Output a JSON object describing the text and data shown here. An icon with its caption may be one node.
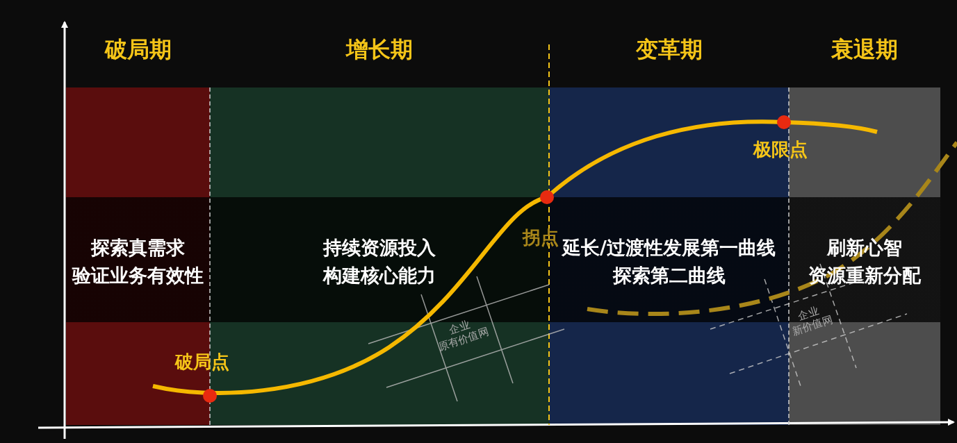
{
  "diagram": {
    "nodes": [
      {
        "text": [
          "破局期",
          "探索真需求",
          "验证业务有效性"
        ]
      },
      {
        "text": [
          "增长期",
          "持续资源投入",
          "构建核心能力"
        ]
      },
      {
        "text": [
          "变革期",
          "延长/过渡性发展第一曲线",
          "探索第二曲线"
        ]
      },
      {
        "text": [
          "衰退期",
          "刷新心智",
          "资源重新分配"
        ]
      }
    ],
    "labels": [
      "极限点",
      "拐点",
      "破局点",
      "企业 原有价值网",
      "企业 新价值网"
    ]
  }
}
